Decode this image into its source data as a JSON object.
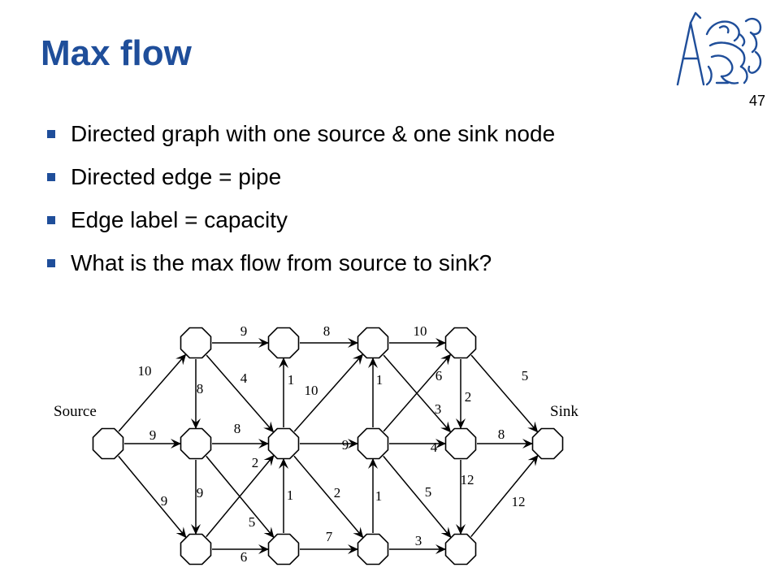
{
  "slide": {
    "title": "Max flow",
    "page_number": "47",
    "bullets": [
      "Directed graph with one source & one sink node",
      "Directed edge = pipe",
      "Edge label = capacity",
      "What is the max flow from source to sink?"
    ]
  },
  "graph": {
    "node_labels": {
      "source": "Source",
      "sink": "Sink"
    },
    "nodes": [
      "S",
      "A1",
      "A2",
      "A3",
      "B1",
      "B2",
      "B3",
      "C1",
      "C2",
      "C3",
      "D1",
      "D2",
      "D3",
      "T"
    ],
    "edges": [
      {
        "from": "S",
        "to": "A1",
        "capacity": "10"
      },
      {
        "from": "S",
        "to": "A2",
        "capacity": "9"
      },
      {
        "from": "S",
        "to": "A3",
        "capacity": "9"
      },
      {
        "from": "A1",
        "to": "B1",
        "capacity": "9"
      },
      {
        "from": "A1",
        "to": "A2",
        "capacity": "8"
      },
      {
        "from": "A1",
        "to": "B2",
        "capacity": "4"
      },
      {
        "from": "A2",
        "to": "B2",
        "capacity": "8"
      },
      {
        "from": "A2",
        "to": "A3",
        "capacity": "9"
      },
      {
        "from": "A2",
        "to": "B3",
        "capacity": "5"
      },
      {
        "from": "A3",
        "to": "B2",
        "capacity": "2"
      },
      {
        "from": "A3",
        "to": "B3",
        "capacity": "6"
      },
      {
        "from": "B1",
        "to": "C1",
        "capacity": "8"
      },
      {
        "from": "B2",
        "to": "B1",
        "capacity": "1"
      },
      {
        "from": "B2",
        "to": "C1",
        "capacity": "10"
      },
      {
        "from": "B2",
        "to": "C2",
        "capacity": "9"
      },
      {
        "from": "B2",
        "to": "C3",
        "capacity": "2"
      },
      {
        "from": "B3",
        "to": "B2",
        "capacity": "1"
      },
      {
        "from": "B3",
        "to": "C3",
        "capacity": "7"
      },
      {
        "from": "C1",
        "to": "D1",
        "capacity": "10"
      },
      {
        "from": "C2",
        "to": "C1",
        "capacity": "1"
      },
      {
        "from": "C2",
        "to": "D1",
        "capacity": "6"
      },
      {
        "from": "C2",
        "to": "D2",
        "capacity": "4"
      },
      {
        "from": "C2",
        "to": "D3",
        "capacity": "5"
      },
      {
        "from": "C1",
        "to": "D2",
        "capacity": "3"
      },
      {
        "from": "C3",
        "to": "C2",
        "capacity": "1"
      },
      {
        "from": "C3",
        "to": "D3",
        "capacity": "3"
      },
      {
        "from": "D1",
        "to": "D2",
        "capacity": "2"
      },
      {
        "from": "D1",
        "to": "T",
        "capacity": "5"
      },
      {
        "from": "D2",
        "to": "T",
        "capacity": "8"
      },
      {
        "from": "D2",
        "to": "D3",
        "capacity": "12"
      },
      {
        "from": "D3",
        "to": "T",
        "capacity": "12"
      }
    ]
  }
}
